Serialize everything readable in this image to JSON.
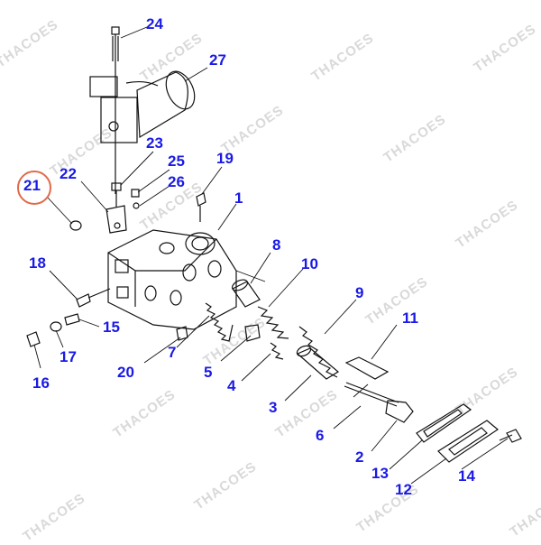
{
  "diagram": {
    "highlighted_callout": "21",
    "watermark_text": "THACOES",
    "callouts": [
      {
        "id": "c24",
        "label": "24"
      },
      {
        "id": "c27",
        "label": "27"
      },
      {
        "id": "c23",
        "label": "23"
      },
      {
        "id": "c25",
        "label": "25"
      },
      {
        "id": "c26",
        "label": "26"
      },
      {
        "id": "c19",
        "label": "19"
      },
      {
        "id": "c22",
        "label": "22"
      },
      {
        "id": "c21",
        "label": "21"
      },
      {
        "id": "c1",
        "label": "1"
      },
      {
        "id": "c8",
        "label": "8"
      },
      {
        "id": "c10",
        "label": "10"
      },
      {
        "id": "c18",
        "label": "18"
      },
      {
        "id": "c9",
        "label": "9"
      },
      {
        "id": "c15",
        "label": "15"
      },
      {
        "id": "c11",
        "label": "11"
      },
      {
        "id": "c16",
        "label": "16"
      },
      {
        "id": "c17",
        "label": "17"
      },
      {
        "id": "c7",
        "label": "7"
      },
      {
        "id": "c20",
        "label": "20"
      },
      {
        "id": "c5",
        "label": "5"
      },
      {
        "id": "c4",
        "label": "4"
      },
      {
        "id": "c3",
        "label": "3"
      },
      {
        "id": "c6",
        "label": "6"
      },
      {
        "id": "c2",
        "label": "2"
      },
      {
        "id": "c13",
        "label": "13"
      },
      {
        "id": "c14",
        "label": "14"
      },
      {
        "id": "c12",
        "label": "12"
      }
    ],
    "colors": {
      "callout": "#1a1ae6",
      "highlight_ring": "#e06a4a",
      "line": "#111111",
      "watermark": "#d9d9d9"
    }
  }
}
